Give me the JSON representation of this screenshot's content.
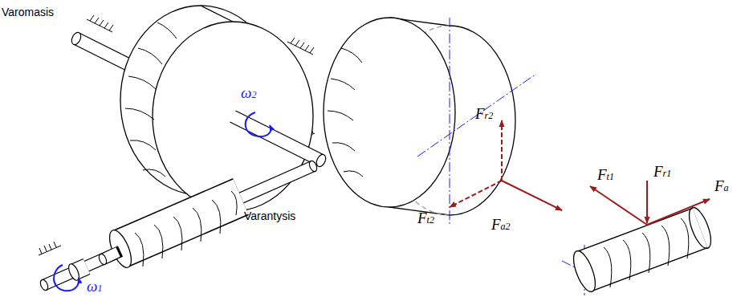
{
  "diagram": {
    "labels": [
      "Varomasis",
      "ω2",
      "Varantysis",
      "ω1",
      "Fr2",
      "Ft2",
      "Fa2",
      "Fr1",
      "Ft1",
      "Fa"
    ]
  }
}
